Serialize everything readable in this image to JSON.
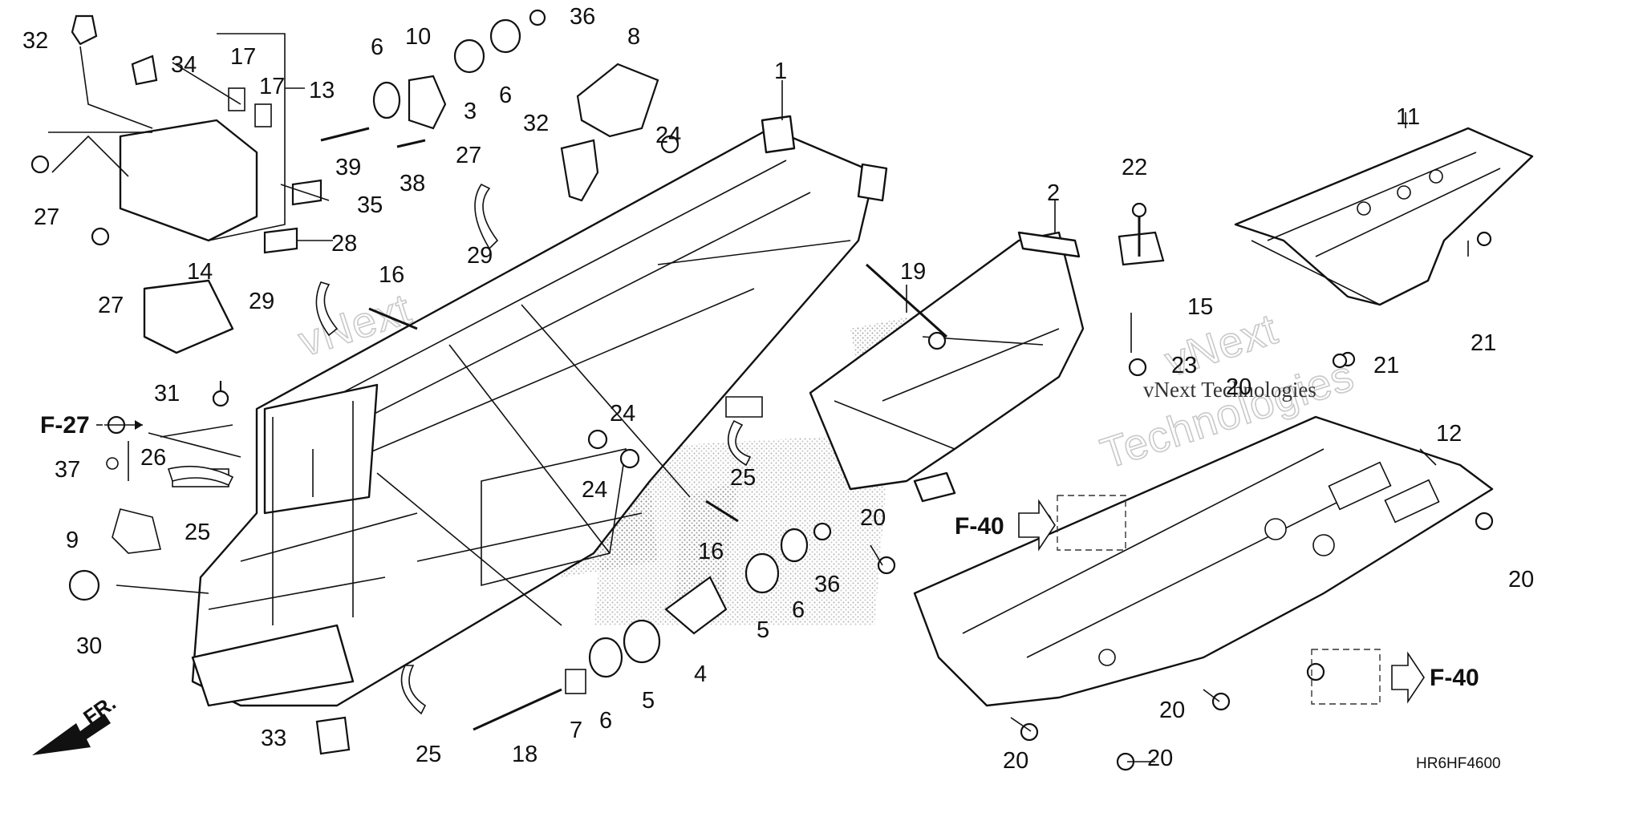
{
  "diagram": {
    "code": "HR6HF4600",
    "watermark": {
      "brand": "vNext",
      "company": "Technologies",
      "line": "vNext Technologies"
    },
    "direction": {
      "label": "FR."
    },
    "refs": [
      {
        "id": "f27",
        "label": "F-27"
      },
      {
        "id": "f40a",
        "label": "F-40"
      },
      {
        "id": "f40b",
        "label": "F-40"
      }
    ],
    "callouts": {
      "c32a": "32",
      "c34": "34",
      "c17a": "17",
      "c17b": "17",
      "c13": "13",
      "c27a": "27",
      "c35": "35",
      "c28": "28",
      "c27b": "27",
      "c14": "14",
      "c6a": "6",
      "c10": "10",
      "c3": "3",
      "c6b": "6",
      "c36a": "36",
      "c8": "8",
      "c32b": "32",
      "c39": "39",
      "c38": "38",
      "c27c": "27",
      "c24a": "24",
      "c1": "1",
      "c29a": "29",
      "c29b": "29",
      "c16a": "16",
      "c31": "31",
      "c26": "26",
      "c37": "37",
      "c25a": "25",
      "c9": "9",
      "c30": "30",
      "c33": "33",
      "c25b": "25",
      "c18": "18",
      "c7": "7",
      "c6c": "6",
      "c5a": "5",
      "c4": "4",
      "c16b": "16",
      "c24b": "24",
      "c24c": "24",
      "c25c": "25",
      "c5b": "5",
      "c6d": "6",
      "c36b": "36",
      "c19": "19",
      "c2": "2",
      "c22": "22",
      "c15": "15",
      "c23": "23",
      "c20a": "20",
      "c11": "11",
      "c21a": "21",
      "c21b": "21",
      "c12": "12",
      "c20b": "20",
      "c20c": "20",
      "c20d": "20",
      "c20e": "20",
      "c20f": "20"
    }
  }
}
